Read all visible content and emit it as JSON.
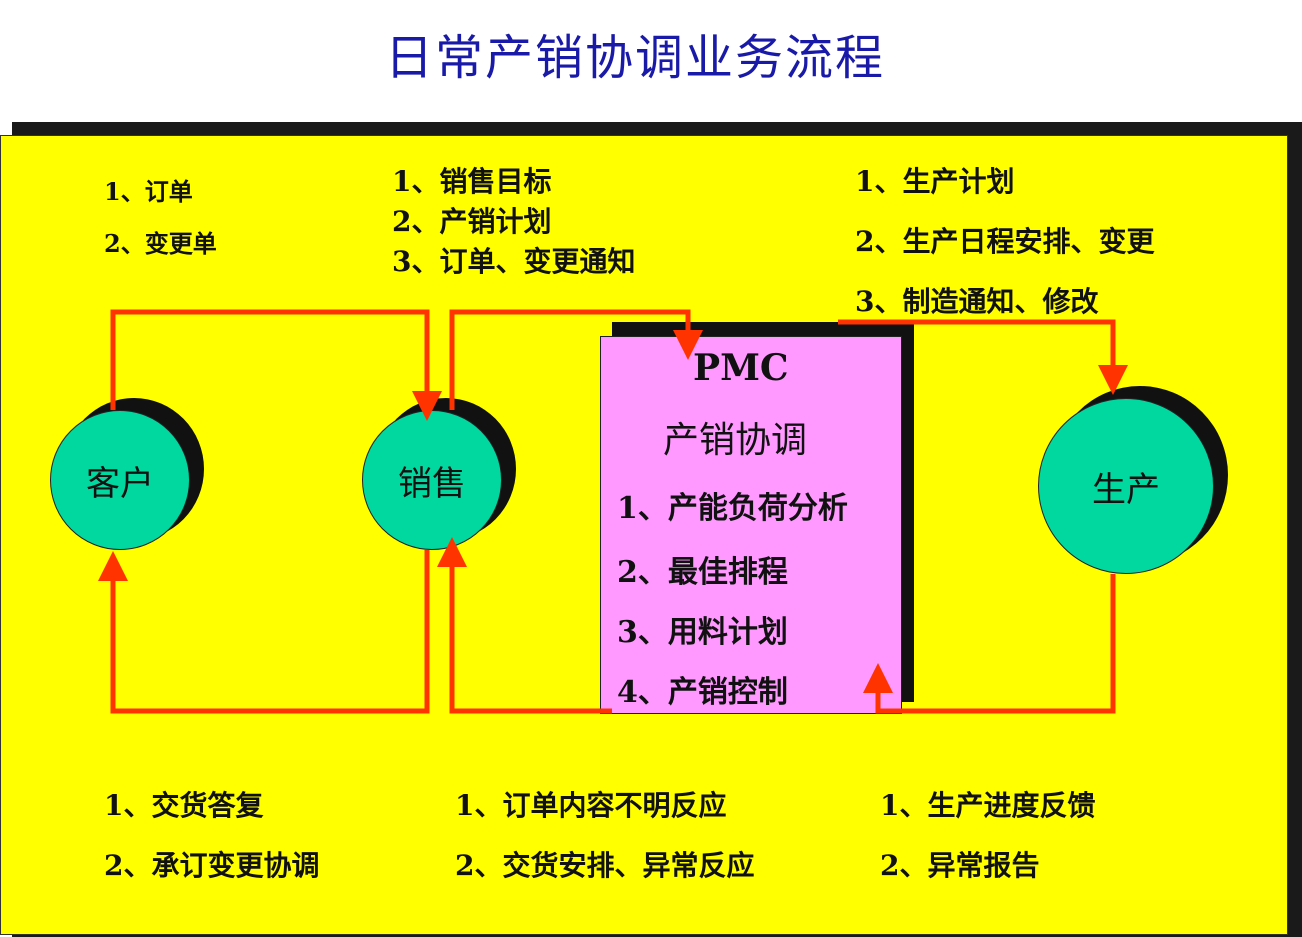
{
  "title": "日常产销协调业务流程",
  "nodes": {
    "customer": "客户",
    "sales": "销售",
    "production": "生产"
  },
  "pmc": {
    "heading": "PMC",
    "subheading": "产销协调",
    "items": [
      "1、产能负荷分析",
      "2、最佳排程",
      "3、用料计划",
      "4、产销控制"
    ]
  },
  "top_labels": {
    "customer_to_sales": [
      "1、订单",
      "2、变更单"
    ],
    "sales_to_pmc": [
      "1、销售目标",
      "2、产销计划",
      "3、订单、变更通知"
    ],
    "pmc_to_production": [
      "1、生产计划",
      "2、生产日程安排、变更",
      "3、制造通知、修改"
    ]
  },
  "bottom_labels": {
    "sales_to_customer": [
      "1、交货答复",
      "2、承订变更协调"
    ],
    "pmc_to_sales": [
      "1、订单内容不明反应",
      "2、交货安排、异常反应"
    ],
    "production_to_pmc": [
      "1、生产进度反馈",
      "2、异常报告"
    ]
  },
  "colors": {
    "title": "#1a1aa8",
    "panel": "#ffff00",
    "node": "#00d8a0",
    "pmc_box": "#ff99ff",
    "arrow": "#ff3300"
  }
}
